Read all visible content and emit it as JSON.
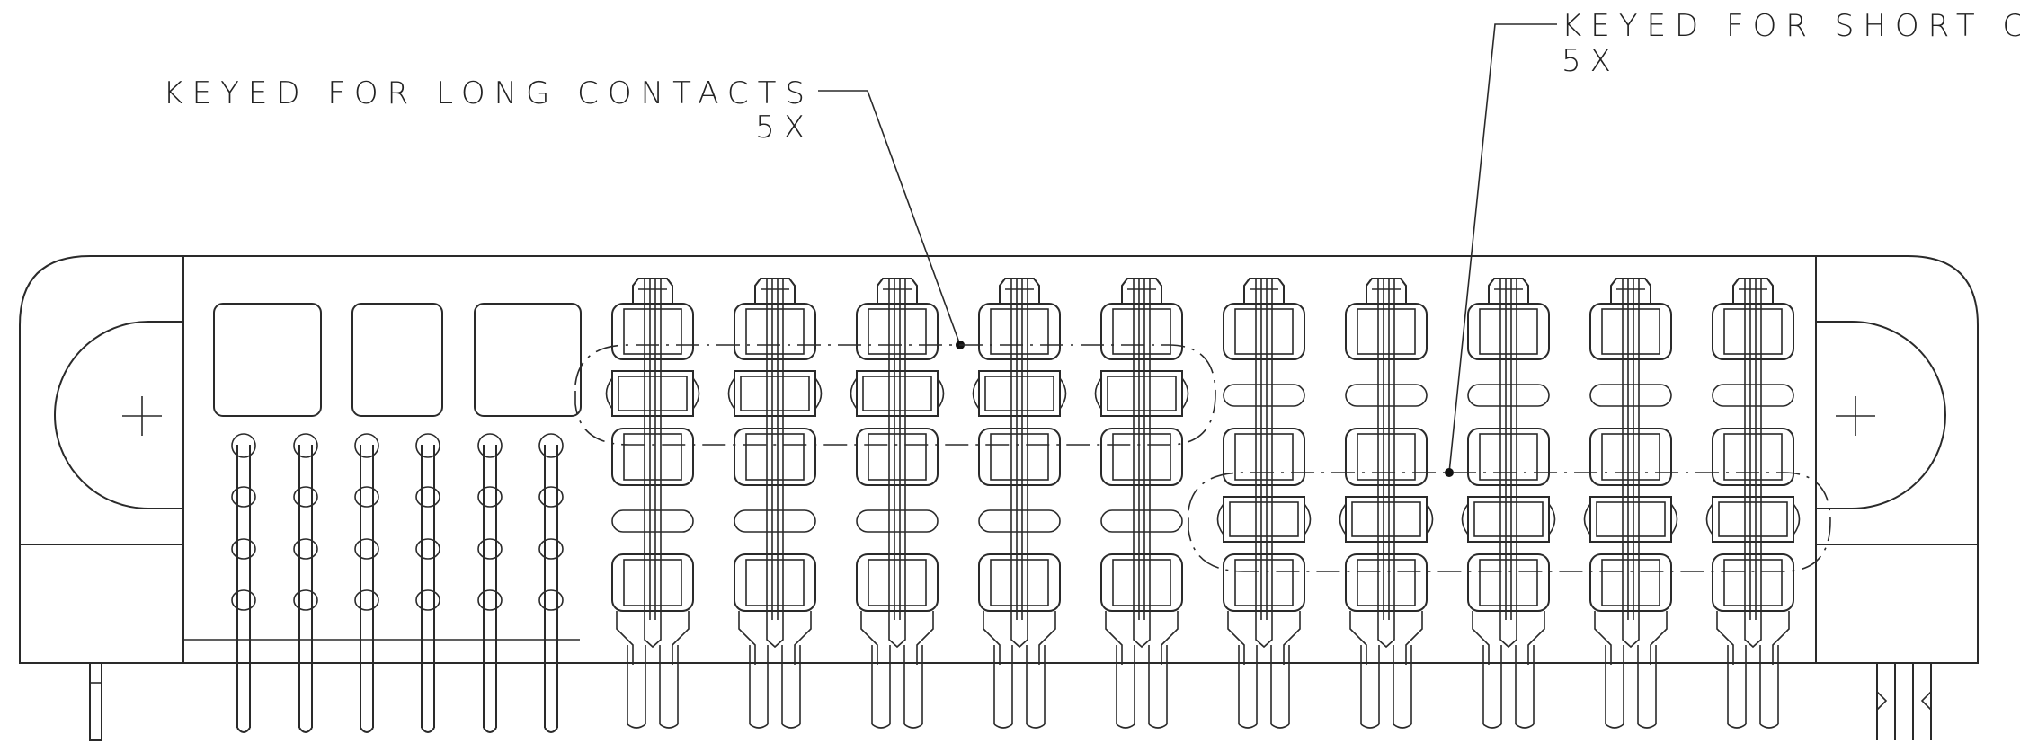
{
  "callouts": {
    "long": {
      "label": "KEYED FOR LONG CONTACTS",
      "qty": "5X"
    },
    "short": {
      "label": "KEYED FOR SHORT CONTACTS",
      "qty": "5X"
    }
  },
  "colors": {
    "line": "#2a2a2a",
    "background": "#ffffff"
  }
}
